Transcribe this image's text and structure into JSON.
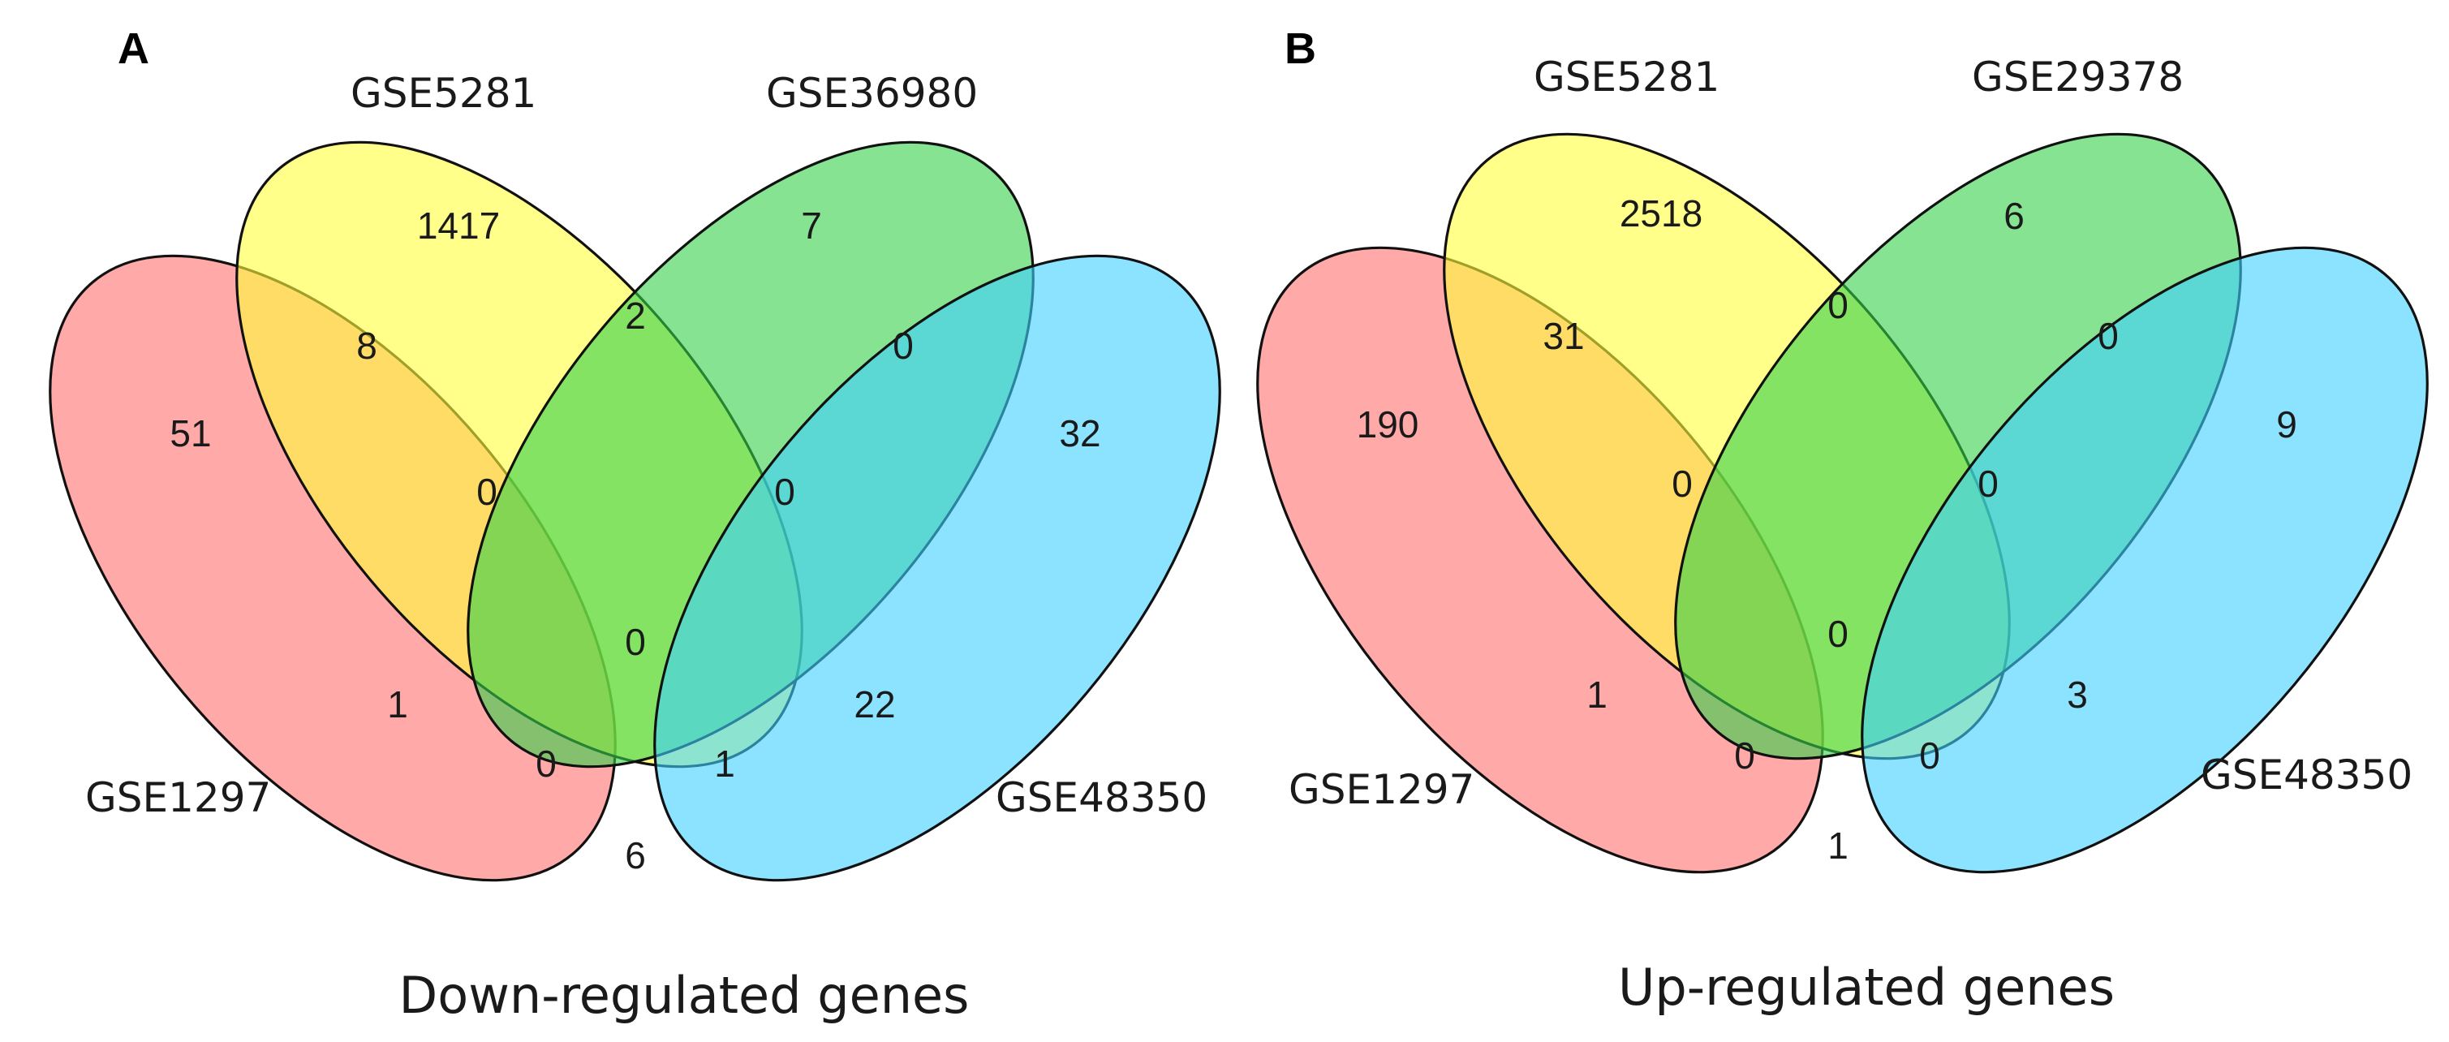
{
  "colors": {
    "set1": "#ff6f6f",
    "set2": "#ffff3a",
    "set3": "#33d14a",
    "set4": "#3fd0ff",
    "fill_opacity": 0.6,
    "outline": "#111111"
  },
  "panels": [
    {
      "letter": "A",
      "caption": "Down-regulated genes",
      "sets": [
        "GSE1297",
        "GSE5281",
        "GSE36980",
        "GSE48350"
      ],
      "counts": {
        "only_1": "51",
        "only_2": "1417",
        "only_3": "7",
        "only_4": "32",
        "s12": "8",
        "s23": "2",
        "s34": "0",
        "s123": "0",
        "s234": "0",
        "s1234": "0",
        "s13": "1",
        "s24": "22",
        "s134": "0",
        "s124": "1",
        "s14": "6"
      }
    },
    {
      "letter": "B",
      "caption": "Up-regulated genes",
      "sets": [
        "GSE1297",
        "GSE5281",
        "GSE29378",
        "GSE48350"
      ],
      "counts": {
        "only_1": "190",
        "only_2": "2518",
        "only_3": "6",
        "only_4": "9",
        "s12": "31",
        "s23": "0",
        "s34": "0",
        "s123": "0",
        "s234": "0",
        "s1234": "0",
        "s13": "1",
        "s24": "3",
        "s134": "0",
        "s124": "0",
        "s14": "1"
      }
    }
  ]
}
